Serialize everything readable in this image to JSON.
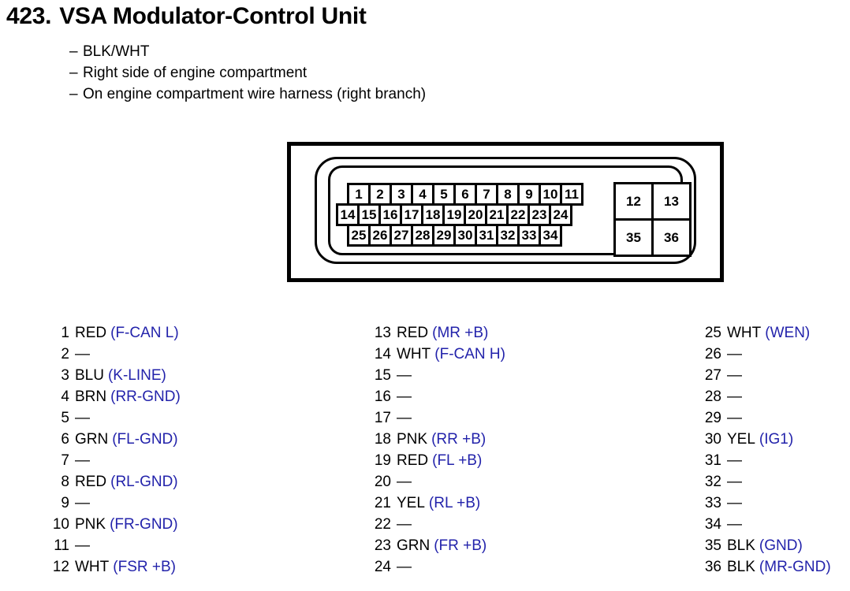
{
  "header": {
    "number": "423.",
    "title": "VSA Modulator-Control Unit",
    "dash": "–",
    "specs": [
      "BLK/WHT",
      "Right side of engine compartment",
      "On engine compartment wire harness (right branch)"
    ]
  },
  "connector": {
    "row1": [
      "1",
      "2",
      "3",
      "4",
      "5",
      "6",
      "7",
      "8",
      "9",
      "10",
      "11"
    ],
    "row2": [
      "14",
      "15",
      "16",
      "17",
      "18",
      "19",
      "20",
      "21",
      "22",
      "23",
      "24"
    ],
    "row3": [
      "25",
      "26",
      "27",
      "28",
      "29",
      "30",
      "31",
      "32",
      "33",
      "34"
    ],
    "right_block": [
      "12",
      "13",
      "35",
      "36"
    ]
  },
  "colors": {
    "signal_blue": "#2323ab",
    "outline_black": "#000000"
  },
  "pin_list": {
    "empty_marker": "—",
    "columns": [
      {
        "entries": [
          {
            "no": "1",
            "wire": "RED",
            "signal": "(F-CAN L)"
          },
          {
            "no": "2",
            "wire": "",
            "signal": ""
          },
          {
            "no": "3",
            "wire": "BLU",
            "signal": "(K-LINE)"
          },
          {
            "no": "4",
            "wire": "BRN",
            "signal": "(RR-GND)"
          },
          {
            "no": "5",
            "wire": "",
            "signal": ""
          },
          {
            "no": "6",
            "wire": "GRN",
            "signal": "(FL-GND)"
          },
          {
            "no": "7",
            "wire": "",
            "signal": ""
          },
          {
            "no": "8",
            "wire": "RED",
            "signal": "(RL-GND)"
          },
          {
            "no": "9",
            "wire": "",
            "signal": ""
          },
          {
            "no": "10",
            "wire": "PNK",
            "signal": "(FR-GND)"
          },
          {
            "no": "11",
            "wire": "",
            "signal": ""
          },
          {
            "no": "12",
            "wire": "WHT",
            "signal": "(FSR +B)"
          }
        ]
      },
      {
        "entries": [
          {
            "no": "13",
            "wire": "RED",
            "signal": "(MR +B)"
          },
          {
            "no": "14",
            "wire": "WHT",
            "signal": "(F-CAN H)"
          },
          {
            "no": "15",
            "wire": "",
            "signal": ""
          },
          {
            "no": "16",
            "wire": "",
            "signal": ""
          },
          {
            "no": "17",
            "wire": "",
            "signal": ""
          },
          {
            "no": "18",
            "wire": "PNK",
            "signal": "(RR +B)"
          },
          {
            "no": "19",
            "wire": "RED",
            "signal": "(FL +B)"
          },
          {
            "no": "20",
            "wire": "",
            "signal": ""
          },
          {
            "no": "21",
            "wire": "YEL",
            "signal": "(RL +B)"
          },
          {
            "no": "22",
            "wire": "",
            "signal": ""
          },
          {
            "no": "23",
            "wire": "GRN",
            "signal": "(FR +B)"
          },
          {
            "no": "24",
            "wire": "",
            "signal": ""
          }
        ]
      },
      {
        "entries": [
          {
            "no": "25",
            "wire": "WHT",
            "signal": "(WEN)"
          },
          {
            "no": "26",
            "wire": "",
            "signal": ""
          },
          {
            "no": "27",
            "wire": "",
            "signal": ""
          },
          {
            "no": "28",
            "wire": "",
            "signal": ""
          },
          {
            "no": "29",
            "wire": "",
            "signal": ""
          },
          {
            "no": "30",
            "wire": "YEL",
            "signal": "(IG1)"
          },
          {
            "no": "31",
            "wire": "",
            "signal": ""
          },
          {
            "no": "32",
            "wire": "",
            "signal": ""
          },
          {
            "no": "33",
            "wire": "",
            "signal": ""
          },
          {
            "no": "34",
            "wire": "",
            "signal": ""
          },
          {
            "no": "35",
            "wire": "BLK",
            "signal": "(GND)"
          },
          {
            "no": "36",
            "wire": "BLK",
            "signal": "(MR-GND)"
          }
        ]
      }
    ]
  }
}
